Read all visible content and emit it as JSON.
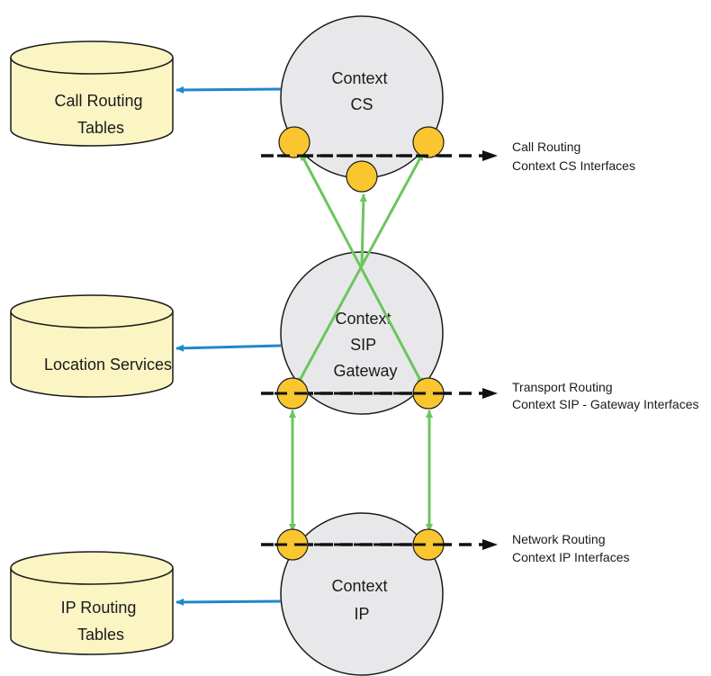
{
  "colors": {
    "context_fill": "#e8e8ea",
    "context_stroke": "#1a1a1a",
    "db_fill": "#fbf5c4",
    "db_stroke": "#1a1a1a",
    "iface_fill": "#f9c62f",
    "iface_stroke": "#1a1a1a",
    "blue_arrow": "#1f88c8",
    "green_arrow": "#6cc55e",
    "dashed_line": "#111111"
  },
  "contexts": {
    "cs": [
      "Context",
      "CS"
    ],
    "sip": [
      "Context",
      "SIP",
      "Gateway"
    ],
    "ip": [
      "Context",
      "IP"
    ]
  },
  "databases": {
    "call_routing": [
      "Call Routing",
      "Tables"
    ],
    "location": [
      "Location Services"
    ],
    "ip_routing": [
      "IP Routing",
      "Tables"
    ]
  },
  "interface_labels": {
    "cs": [
      "Call Routing",
      "Context CS Interfaces"
    ],
    "sip": [
      "Transport Routing",
      "Context SIP - Gateway Interfaces"
    ],
    "ip": [
      "Network Routing",
      "Context IP Interfaces"
    ]
  }
}
